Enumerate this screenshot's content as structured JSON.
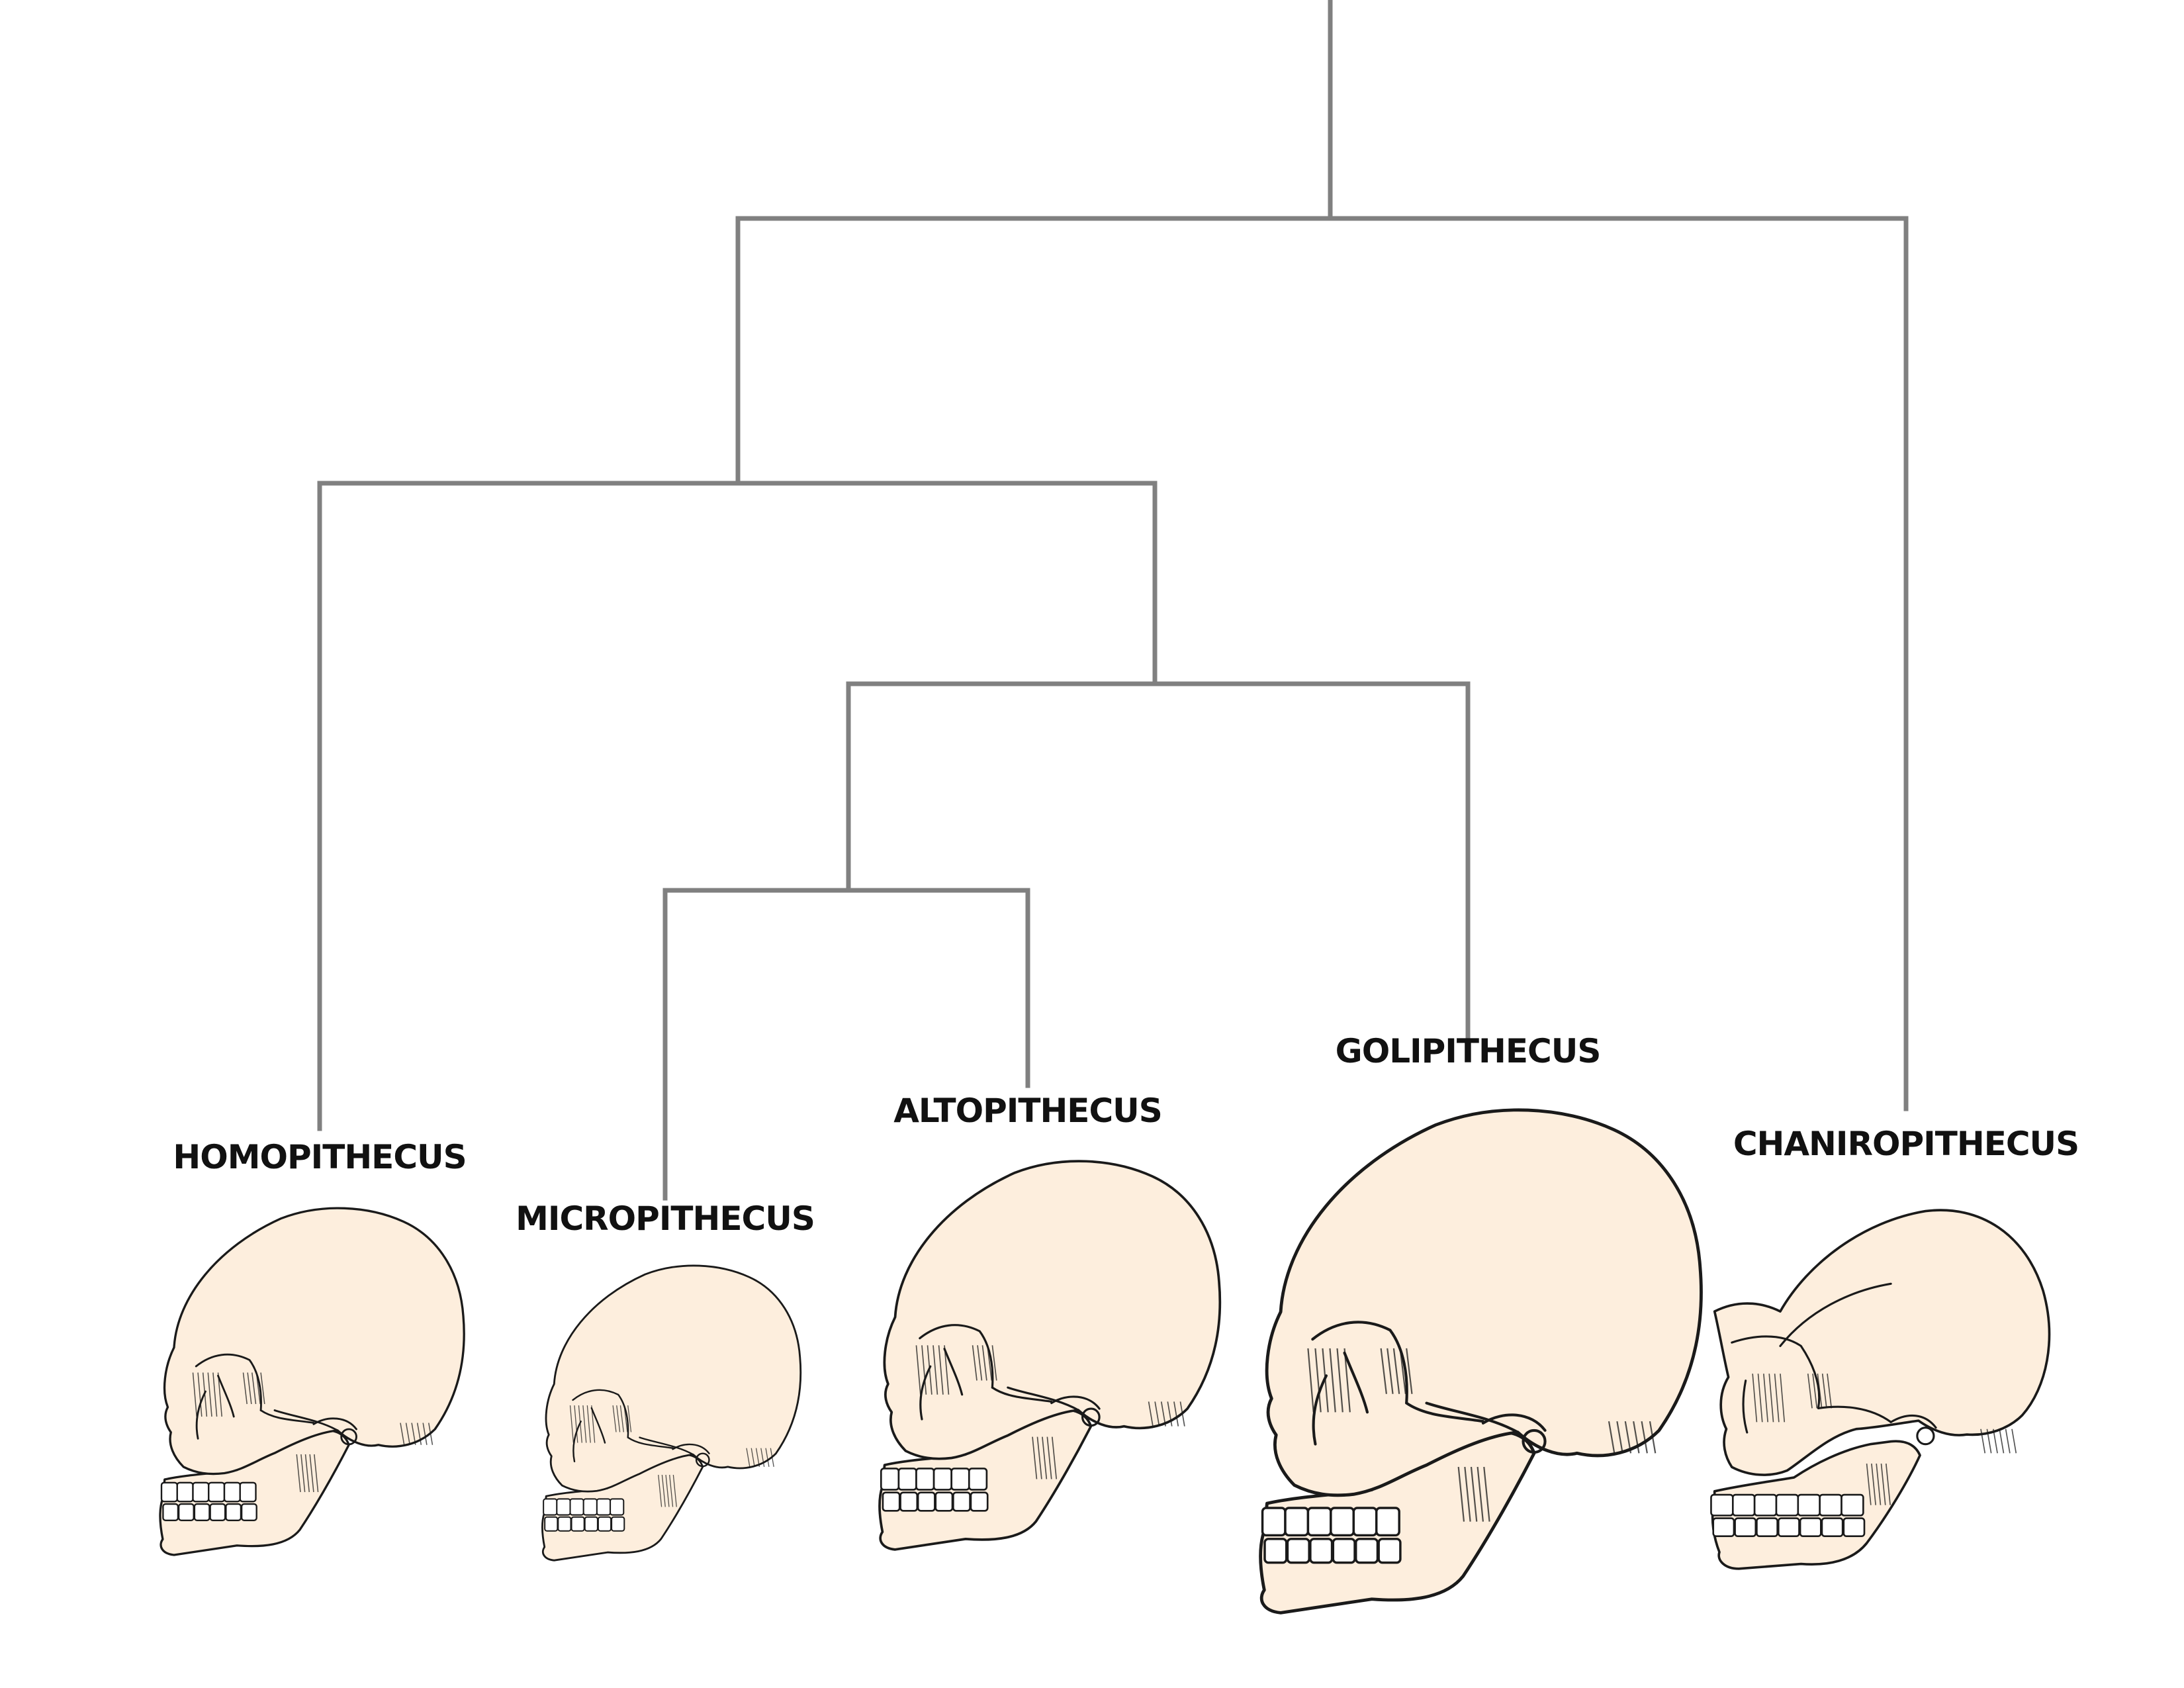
{
  "colors": {
    "background": "#ffffff",
    "branch": "#808080",
    "skull_fill": "#fdeedd",
    "skull_outline": "#1a1a1a",
    "tooth_fill": "#ffffff"
  },
  "taxa": [
    {
      "name": "HOMOPITHECUS",
      "relative_skull_size": 1.0
    },
    {
      "name": "MICROPITHECUS",
      "relative_skull_size": 0.85
    },
    {
      "name": "ALTOPITHECUS",
      "relative_skull_size": 1.12
    },
    {
      "name": "GOLIPITHECUS",
      "relative_skull_size": 1.45
    },
    {
      "name": "CHANIROPITHECUS",
      "relative_skull_size": 1.1
    }
  ],
  "tree": {
    "name": "root",
    "children": [
      {
        "name": "clade-1",
        "children": [
          {
            "leaf": "HOMOPITHECUS"
          },
          {
            "name": "clade-2",
            "children": [
              {
                "name": "clade-3",
                "children": [
                  {
                    "leaf": "MICROPITHECUS"
                  },
                  {
                    "leaf": "ALTOPITHECUS"
                  }
                ]
              },
              {
                "leaf": "GOLIPITHECUS"
              }
            ]
          }
        ]
      },
      {
        "leaf": "CHANIROPITHECUS"
      }
    ]
  }
}
